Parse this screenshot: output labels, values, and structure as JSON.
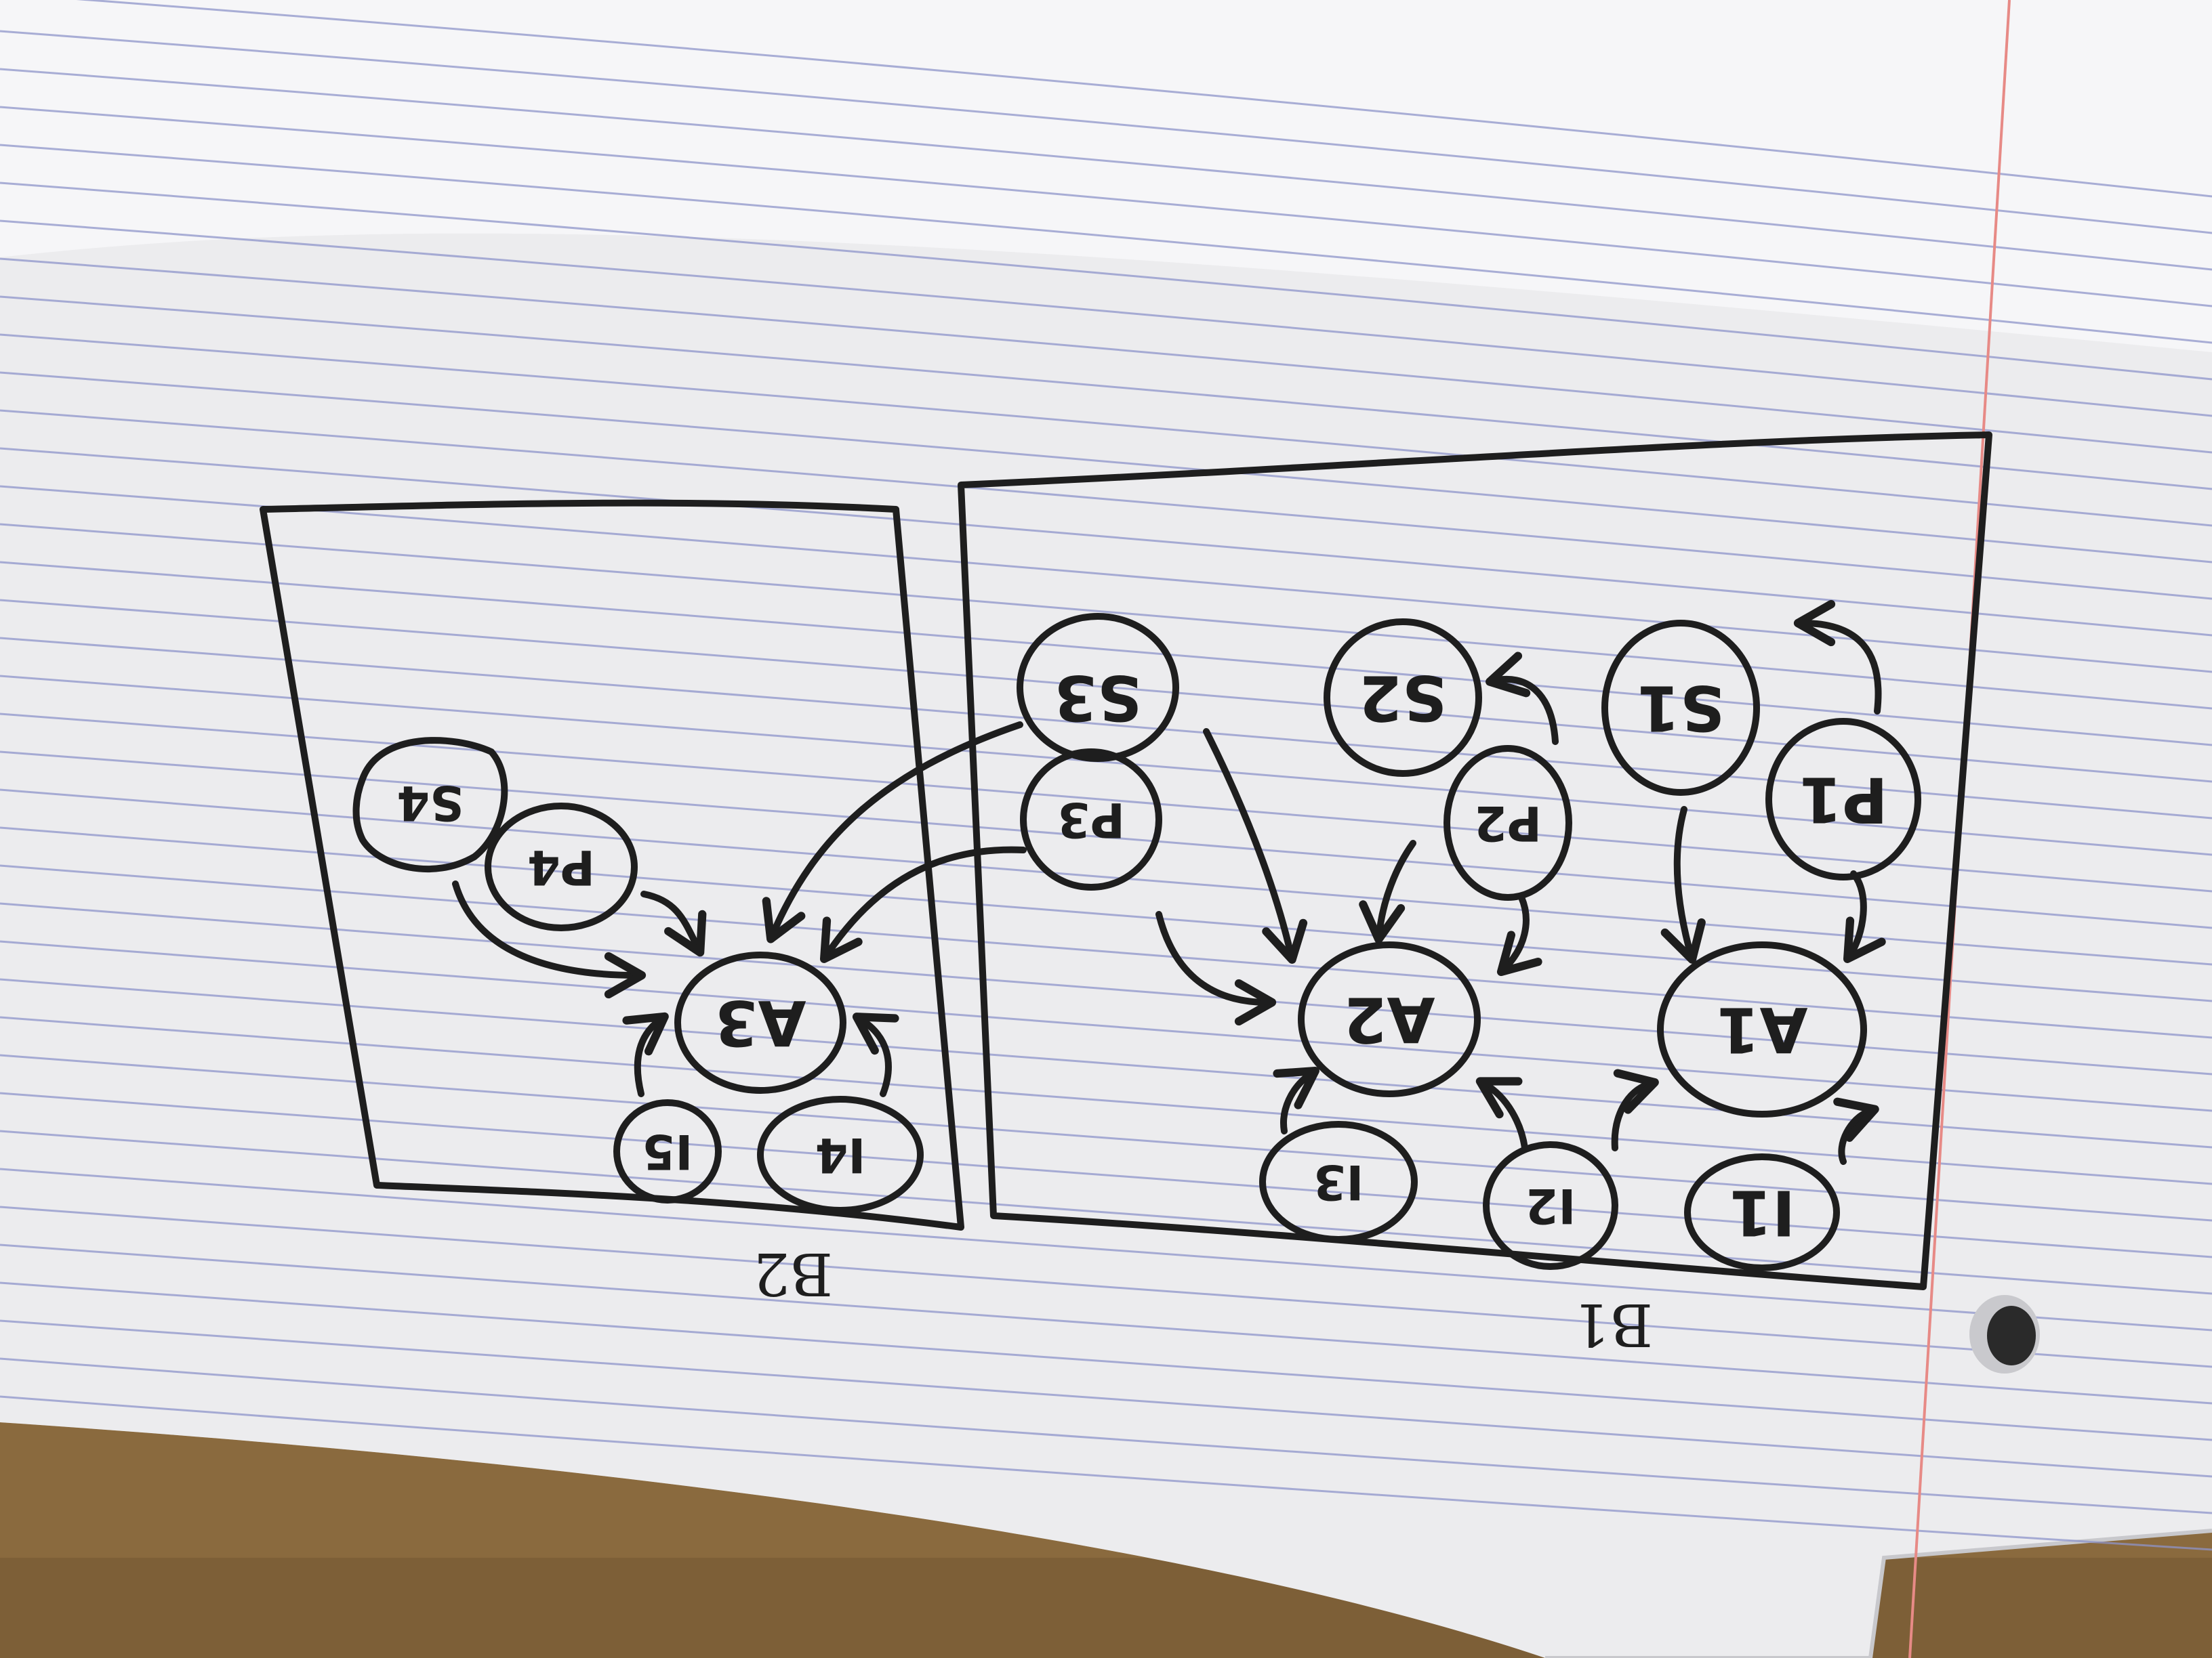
{
  "photo": {
    "subject": "hand-drawn boxes with circled labels on lined notebook paper",
    "paper_color": "#f6f6f8",
    "rule_color": "#8d94c9",
    "margin_color": "#e78a86",
    "desk_color": "#8a6a3e",
    "ink_color": "#1e1e1e",
    "orientation": "upside-down"
  },
  "diagram": {
    "box_b1": {
      "caption": "B1",
      "nodes": {
        "a1": "A1",
        "a2": "A2",
        "p1": "P1",
        "p2": "P2",
        "p3": "P3",
        "s1": "S1",
        "s2": "S2",
        "s3": "S3",
        "i1": "I1",
        "i2": "I2",
        "i3": "I3"
      }
    },
    "box_b2": {
      "caption": "B2",
      "nodes": {
        "a3": "A3",
        "p4": "P4",
        "s4": "S4",
        "i4": "I4",
        "i5": "I5"
      }
    }
  }
}
